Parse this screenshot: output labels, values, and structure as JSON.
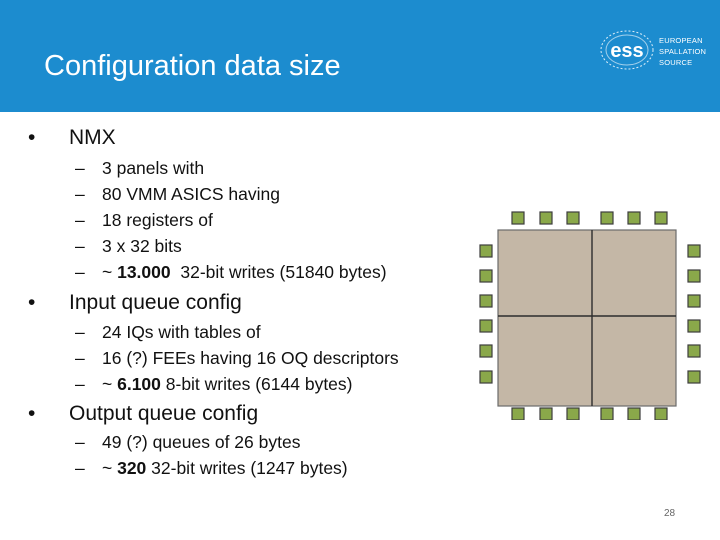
{
  "slide": {
    "title": "Configuration data size",
    "page_number": "28"
  },
  "logo": {
    "mark_text": "ess",
    "line1": "EUROPEAN",
    "line2": "SPALLATION",
    "line3": "SOURCE"
  },
  "sections": [
    {
      "bullet": "•",
      "heading": "NMX",
      "items": [
        {
          "dash": "–",
          "text": "3 panels with"
        },
        {
          "dash": "–",
          "text": "80 VMM ASICS having"
        },
        {
          "dash": "–",
          "text": "18 registers of"
        },
        {
          "dash": "–",
          "text": "3 x 32 bits"
        },
        {
          "dash": "–",
          "prefix": "~ ",
          "bold": "13.000",
          "suffix": "  32-bit writes (51840 bytes)"
        }
      ]
    },
    {
      "bullet": "•",
      "heading": "Input queue config",
      "items": [
        {
          "dash": "–",
          "text": "24 IQs with tables of"
        },
        {
          "dash": "–",
          "text": "16 (?) FEEs having 16 OQ descriptors"
        },
        {
          "dash": "–",
          "prefix": "~ ",
          "bold": "6.100",
          "suffix": " 8-bit writes (6144 bytes)"
        }
      ]
    },
    {
      "bullet": "•",
      "heading": "Output queue config",
      "items": [
        {
          "dash": "–",
          "text": "49 (?) queues of 26 bytes"
        },
        {
          "dash": "–",
          "prefix": "~ ",
          "bold": "320",
          "suffix": " 32-bit writes (1247 bytes)"
        }
      ]
    }
  ],
  "colors": {
    "header": "#1c8ccf",
    "chip_body": "#c4b7a6",
    "pin_fill": "#8aa84a",
    "pin_border": "#3d3d3d"
  },
  "icons": {
    "chip": "ic-package-icon"
  }
}
